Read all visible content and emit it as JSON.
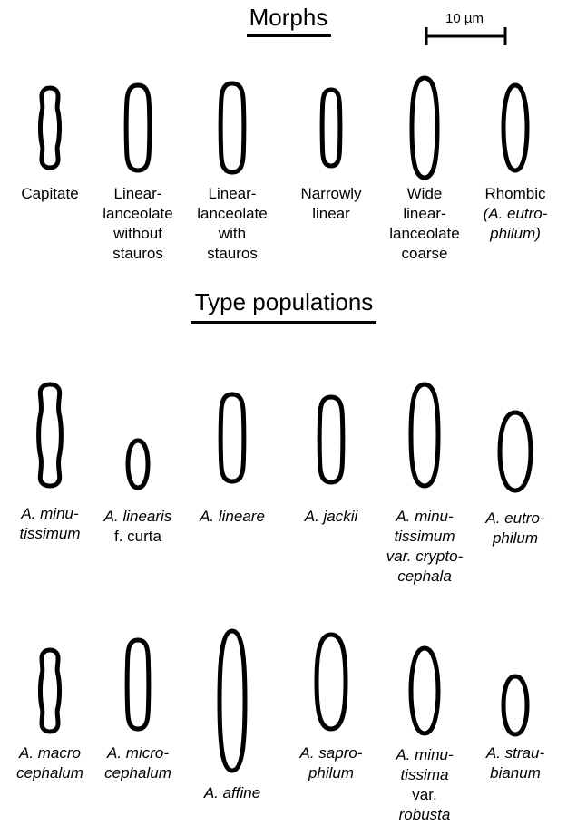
{
  "headings": {
    "morphs": "Morphs",
    "type_populations": "Type populations"
  },
  "scale_bar": {
    "label": "10 µm"
  },
  "morphs": [
    {
      "shape": "capitate",
      "lines": [
        {
          "text": "Capitate",
          "italic": false
        }
      ]
    },
    {
      "shape": "linear-lanceolate",
      "lines": [
        {
          "text": "Linear-",
          "italic": false
        },
        {
          "text": "lanceolate",
          "italic": false
        },
        {
          "text": "without",
          "italic": false
        },
        {
          "text": "stauros",
          "italic": false
        }
      ]
    },
    {
      "shape": "linear-lanceolate",
      "lines": [
        {
          "text": "Linear-",
          "italic": false
        },
        {
          "text": "lanceolate",
          "italic": false
        },
        {
          "text": "with",
          "italic": false
        },
        {
          "text": "stauros",
          "italic": false
        }
      ]
    },
    {
      "shape": "narrowly-linear",
      "lines": [
        {
          "text": "Narrowly",
          "italic": false
        },
        {
          "text": "linear",
          "italic": false
        }
      ]
    },
    {
      "shape": "wide-linear-lanceolate",
      "lines": [
        {
          "text": "Wide",
          "italic": false
        },
        {
          "text": "linear-",
          "italic": false
        },
        {
          "text": "lanceolate",
          "italic": false
        },
        {
          "text": "coarse",
          "italic": false
        }
      ]
    },
    {
      "shape": "rhombic",
      "lines": [
        {
          "text": "Rhombic",
          "italic": false
        },
        {
          "text": "(A. eutro-",
          "italic": true
        },
        {
          "text": "philum)",
          "italic": true
        }
      ]
    }
  ],
  "type_populations_row1": [
    {
      "shape": "capitate-long",
      "lines": [
        {
          "text": "A. minu-",
          "italic": true
        },
        {
          "text": "tissimum",
          "italic": true
        }
      ]
    },
    {
      "shape": "short",
      "lines": [
        {
          "text": "A. linearis",
          "italic": true
        },
        {
          "text": "f. curta",
          "italic": false
        }
      ]
    },
    {
      "shape": "linear",
      "lines": [
        {
          "text": "A. lineare",
          "italic": true
        }
      ]
    },
    {
      "shape": "linear",
      "lines": [
        {
          "text": "A. jackii",
          "italic": true
        }
      ]
    },
    {
      "shape": "linear-wide",
      "lines": [
        {
          "text": "A. minu-",
          "italic": true
        },
        {
          "text": "tissimum",
          "italic": true
        },
        {
          "text": "var. crypto-",
          "italic": true
        },
        {
          "text": "cephala",
          "italic": true
        }
      ]
    },
    {
      "shape": "rhombic",
      "lines": [
        {
          "text": "A.  eutro-",
          "italic": true
        },
        {
          "text": "philum",
          "italic": true
        }
      ]
    }
  ],
  "type_populations_row2": [
    {
      "shape": "capitate",
      "lines": [
        {
          "text": "A. macro",
          "italic": true
        },
        {
          "text": "cephalum",
          "italic": true
        }
      ]
    },
    {
      "shape": "linear",
      "lines": [
        {
          "text": "A. micro-",
          "italic": true
        },
        {
          "text": "cephalum",
          "italic": true
        }
      ]
    },
    {
      "shape": "long-lanceolate",
      "lines": [
        {
          "text": "A. affine",
          "italic": true
        }
      ]
    },
    {
      "shape": "wide-linear-lanceolate",
      "lines": [
        {
          "text": "A. sapro-",
          "italic": true
        },
        {
          "text": "philum",
          "italic": true
        }
      ]
    },
    {
      "shape": "elliptic",
      "lines": [
        {
          "text": "A. minu-",
          "italic": true
        },
        {
          "text": "tissima",
          "italic": true
        },
        {
          "text": "var.",
          "italic": false
        },
        {
          "text": "robusta",
          "italic": true
        }
      ]
    },
    {
      "shape": "small-elliptic",
      "lines": [
        {
          "text": "A. strau-",
          "italic": true
        },
        {
          "text": "bianum",
          "italic": true
        }
      ]
    }
  ]
}
